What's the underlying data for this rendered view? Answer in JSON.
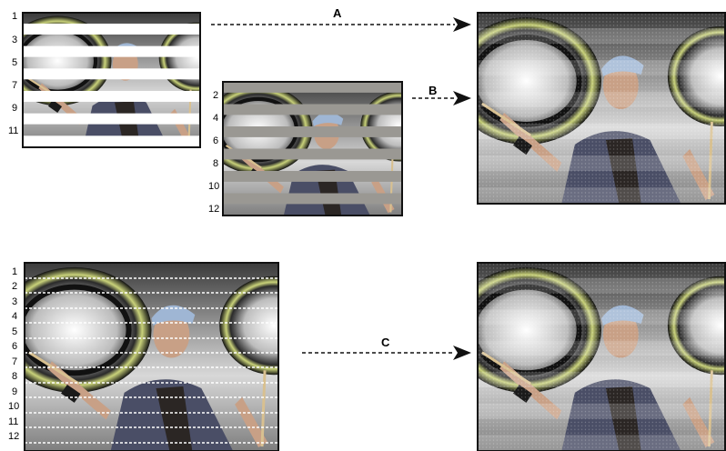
{
  "arrows": {
    "a": "A",
    "b": "B",
    "c": "C"
  },
  "field_odd_lines": [
    "1",
    "3",
    "5",
    "7",
    "9",
    "11"
  ],
  "field_even_lines": [
    "2",
    "4",
    "6",
    "8",
    "10",
    "12"
  ],
  "frame_lines": [
    "1",
    "2",
    "3",
    "4",
    "5",
    "6",
    "7",
    "8",
    "9",
    "10",
    "11",
    "12"
  ],
  "colors": {
    "stripe_white": "#ffffff",
    "stripe_gray": "#9a9893",
    "frame_border": "#111111",
    "scan_line": "#ffffff"
  },
  "icons": [
    "drummer-photo",
    "speaker-photo",
    "dashed-arrow"
  ]
}
